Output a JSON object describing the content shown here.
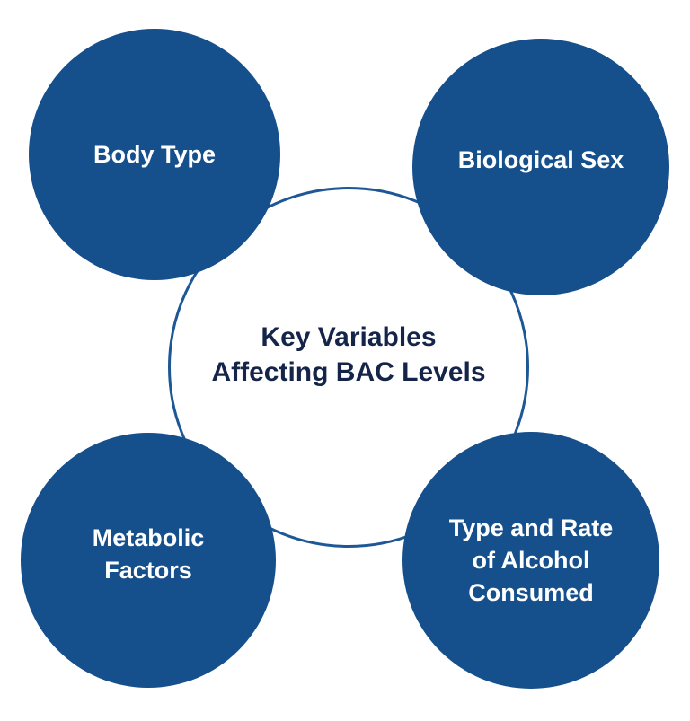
{
  "diagram": {
    "center": {
      "title": "Key Variables\nAffecting BAC Levels"
    },
    "nodes": [
      {
        "id": "body-type",
        "label": "Body Type"
      },
      {
        "id": "biological-sex",
        "label": "Biological Sex"
      },
      {
        "id": "metabolic-factors",
        "label": "Metabolic\nFactors"
      },
      {
        "id": "type-rate-alcohol",
        "label": "Type and Rate\nof Alcohol\nConsumed"
      }
    ],
    "colors": {
      "node_fill": "#15508C",
      "ring_stroke": "#1D5796",
      "center_text": "#15254A",
      "node_text": "#FFFFFF",
      "background": "#FFFFFF"
    }
  }
}
